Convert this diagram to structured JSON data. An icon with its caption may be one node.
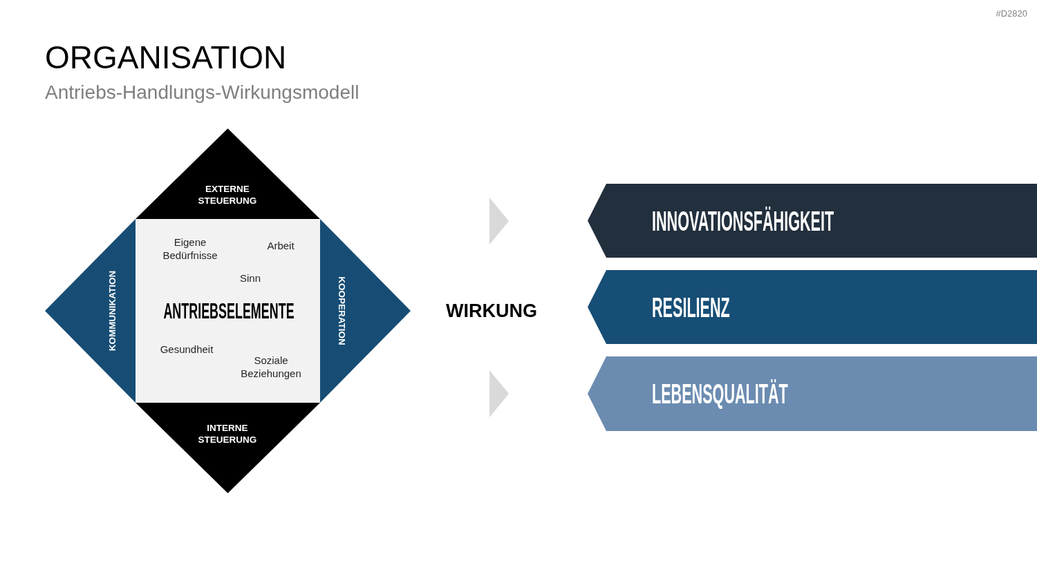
{
  "diagram": {
    "title": "ORGANISATION",
    "nodes": [
      {
        "text": [
          "EXTERNE STEUERUNG"
        ]
      },
      {
        "text": [
          "KOMMUNIKATION"
        ]
      },
      {
        "text": [
          "Eigene Bedürfnisse",
          "Arbeit",
          "Sinn",
          "ANTRIEBSELEMENTE",
          "Gesundheit",
          "Soziale Beziehungen"
        ]
      },
      {
        "text": [
          "KOOPERATION"
        ]
      },
      {
        "text": [
          "INTERNE STEUERUNG"
        ]
      },
      {
        "text": [
          "INNOVATIONSFÄHIGKEIT"
        ]
      },
      {
        "text": [
          "RESILIENZ"
        ]
      },
      {
        "text": [
          "LEBENSQUALITÄT"
        ]
      }
    ],
    "labels": [
      "#D2820",
      "Antriebs-Handlungs-Wirkungsmodell",
      "WIRKUNG"
    ]
  }
}
